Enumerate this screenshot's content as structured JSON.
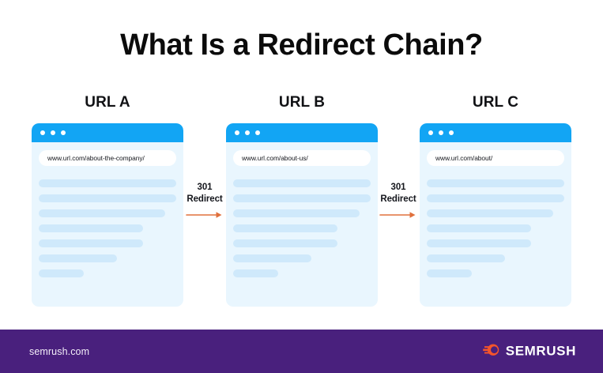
{
  "page": {
    "title": "What Is a Redirect Chain?",
    "background_color": "#ffffff"
  },
  "colors": {
    "browser_bar_blue": "#12a5f4",
    "card_background": "#e9f6fe",
    "placeholder_line": "#cfe9fb",
    "arrow_orange": "#e0703c",
    "footer_purple": "#49207d",
    "brand_orange": "#f4552b",
    "title_text": "#0b0b0b"
  },
  "diagram": {
    "type": "redirect-chain",
    "columns": [
      {
        "heading": "URL A",
        "url": "www.url.com/about-the-company/",
        "dots": 3,
        "placeholder_line_widths": [
          "100%",
          "100%",
          "92%",
          "76%",
          "76%",
          "57%",
          "33%"
        ]
      },
      {
        "heading": "URL B",
        "url": "www.url.com/about-us/",
        "dots": 3,
        "placeholder_line_widths": [
          "100%",
          "100%",
          "92%",
          "76%",
          "76%",
          "57%",
          "33%"
        ]
      },
      {
        "heading": "URL C",
        "url": "www.url.com/about/",
        "dots": 3,
        "placeholder_line_widths": [
          "100%",
          "100%",
          "92%",
          "76%",
          "76%",
          "57%",
          "33%"
        ]
      }
    ],
    "connectors": [
      {
        "code": "301",
        "action": "Redirect",
        "direction": "right"
      },
      {
        "code": "301",
        "action": "Redirect",
        "direction": "right"
      }
    ]
  },
  "footer": {
    "site": "semrush.com",
    "brand": "SEMRUSH",
    "brand_icon": "semrush-comet-icon"
  }
}
